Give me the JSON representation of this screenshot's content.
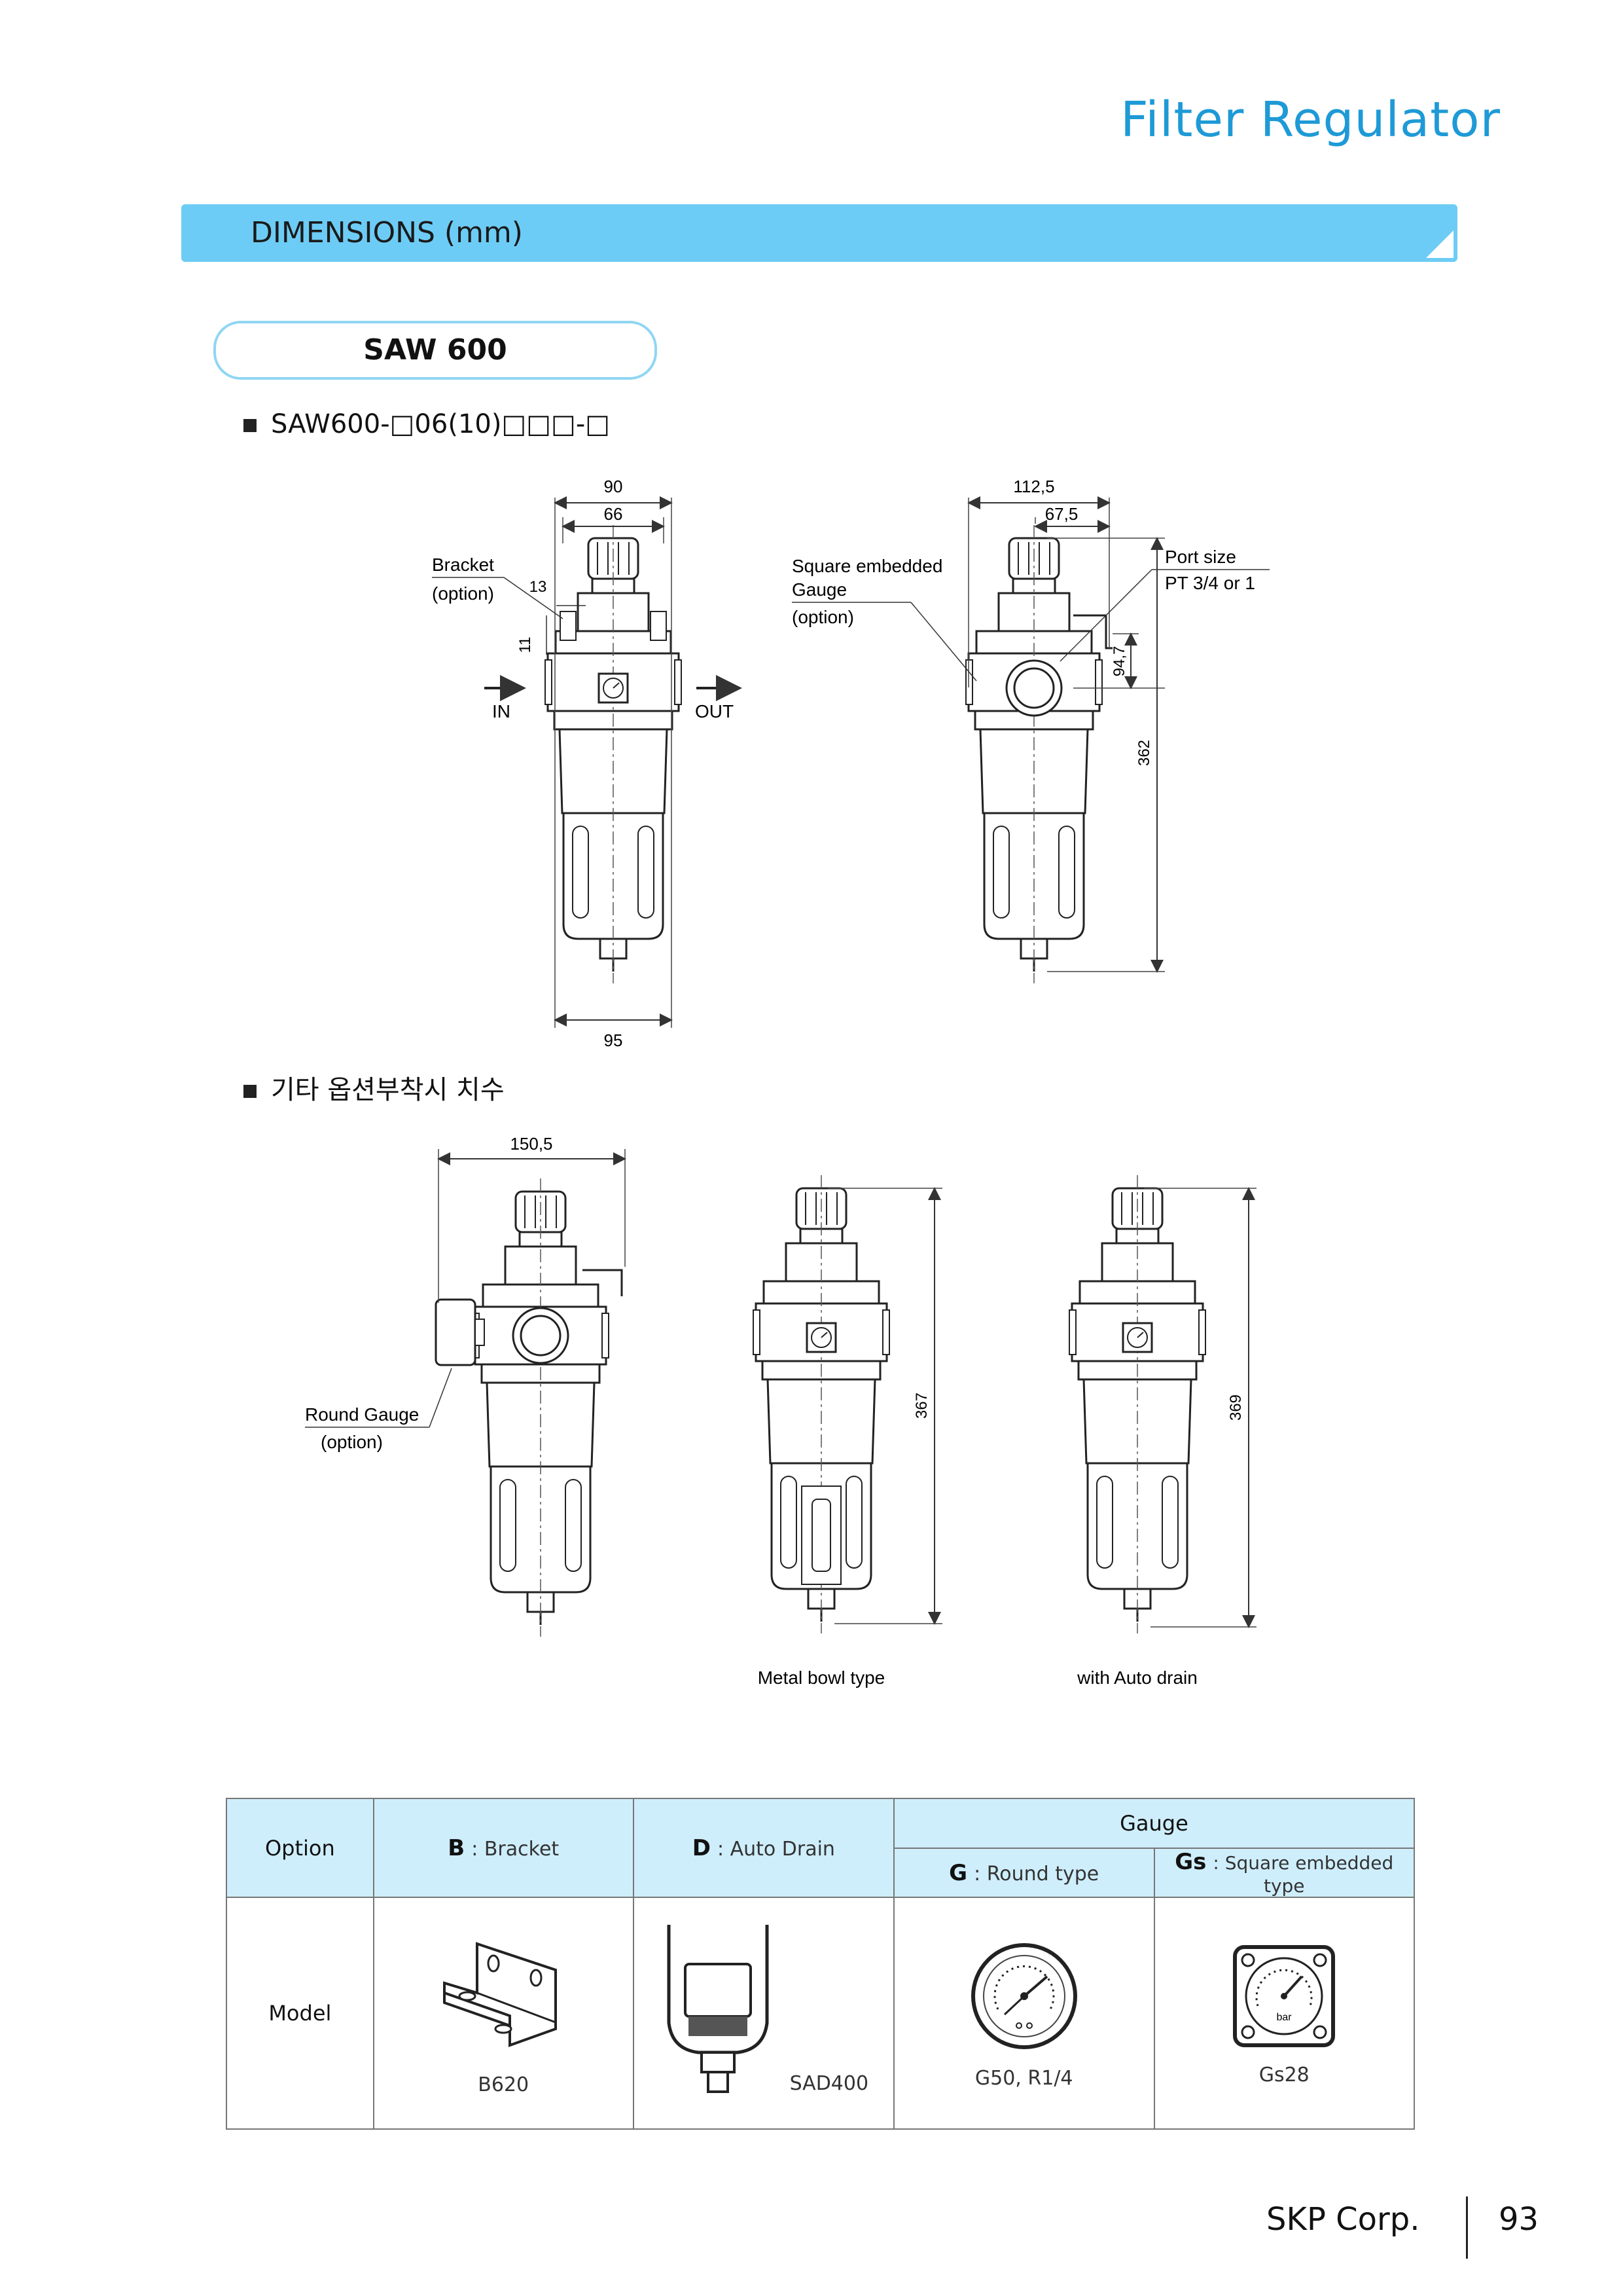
{
  "header": {
    "title": "Filter Regulator"
  },
  "section": {
    "label": "DIMENSIONS (mm)"
  },
  "model": {
    "label": "SAW 600"
  },
  "heading1": {
    "text": "SAW600-□06(10)□□□-□"
  },
  "heading2": {
    "text": "기타 옵션부착시 치수"
  },
  "drawing1": {
    "dims": {
      "w90": "90",
      "w66": "66",
      "d13": "13",
      "d11": "11",
      "w95": "95"
    },
    "labels": {
      "bracket": "Bracket",
      "bracket_opt": "(option)",
      "in": "IN",
      "out": "OUT"
    }
  },
  "drawing2": {
    "dims": {
      "w112": "112,5",
      "w67": "67,5",
      "h94": "94,7",
      "h362": "362"
    },
    "labels": {
      "gauge_1": "Square embedded",
      "gauge_2": "Gauge",
      "gauge_opt": "(option)",
      "port": "Port size",
      "port_val": "PT 3/4 or 1"
    }
  },
  "drawing3": {
    "dims": {
      "w150": "150,5"
    },
    "labels": {
      "round": "Round Gauge",
      "round_opt": "(option)"
    }
  },
  "drawing4": {
    "dims": {
      "h367": "367"
    },
    "caption": "Metal bowl type"
  },
  "drawing5": {
    "dims": {
      "h369": "369"
    },
    "caption": "with Auto drain"
  },
  "table": {
    "option_label": "Option",
    "model_label": "Model",
    "gauge_label": "Gauge",
    "cols": [
      {
        "key": "B",
        "desc": "Bracket",
        "model": "B620"
      },
      {
        "key": "D",
        "desc": "Auto Drain",
        "model": "SAD400"
      },
      {
        "key": "G",
        "desc": "Round type",
        "model": "G50, R1/4"
      },
      {
        "key": "Gs",
        "desc": "Square embedded type",
        "model": "Gs28"
      }
    ],
    "gauge_unit": "bar"
  },
  "footer": {
    "company": "SKP Corp.",
    "page": "93"
  }
}
